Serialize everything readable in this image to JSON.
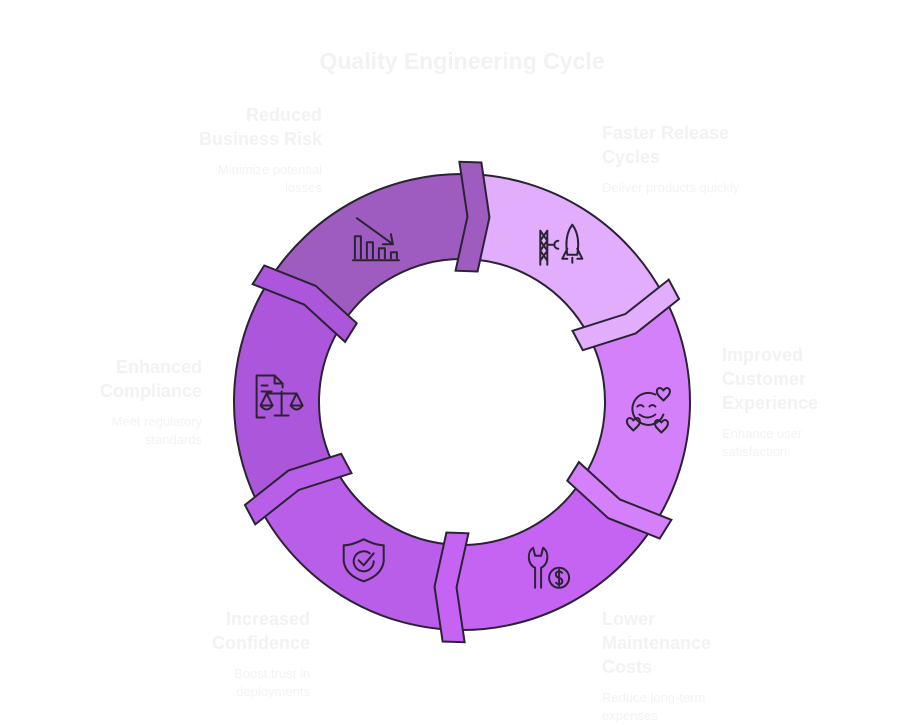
{
  "title": "Quality Engineering Cycle",
  "segments": [
    {
      "key": "faster-release-cycles",
      "heading": "Faster Release Cycles",
      "heading_lines": [
        "Faster Release",
        "Cycles"
      ],
      "description": "Deliver products quickly",
      "description_lines": [
        "Deliver products quickly"
      ],
      "icon": "rocket-launch-icon",
      "color": "#e2adfc"
    },
    {
      "key": "improved-customer-experience",
      "heading": "Improved Customer Experience",
      "heading_lines": [
        "Improved",
        "Customer",
        "Experience"
      ],
      "description": "Enhance user satisfaction",
      "description_lines": [
        "Enhance user",
        "satisfaction"
      ],
      "icon": "happy-face-hearts-icon",
      "color": "#d580fb"
    },
    {
      "key": "lower-maintenance-costs",
      "heading": "Lower Maintenance Costs",
      "heading_lines": [
        "Lower",
        "Maintenance",
        "Costs"
      ],
      "description": "Reduce long-term expenses",
      "description_lines": [
        "Reduce long-term",
        "expenses"
      ],
      "icon": "wrench-dollar-icon",
      "color": "#c564f3"
    },
    {
      "key": "increased-confidence",
      "heading": "Increased Confidence",
      "heading_lines": [
        "Increased",
        "Confidence"
      ],
      "description": "Boost trust in deployments",
      "description_lines": [
        "Boost trust in",
        "deployments"
      ],
      "icon": "shield-check-icon",
      "color": "#b85ee8"
    },
    {
      "key": "enhanced-compliance",
      "heading": "Enhanced Compliance",
      "heading_lines": [
        "Enhanced",
        "Compliance"
      ],
      "description": "Meet regulatory standards",
      "description_lines": [
        "Meet regulatory",
        "standards"
      ],
      "icon": "document-scales-icon",
      "color": "#ac57db"
    },
    {
      "key": "reduced-business-risk",
      "heading": "Reduced Business Risk",
      "heading_lines": [
        "Reduced",
        "Business Risk"
      ],
      "description": "Minimize potential losses",
      "description_lines": [
        "Minimize potential",
        "losses"
      ],
      "icon": "declining-chart-icon",
      "color": "#9f5cc0"
    }
  ],
  "colors": {
    "outline": "#2b2233",
    "label_text": "#f2f2f2"
  }
}
